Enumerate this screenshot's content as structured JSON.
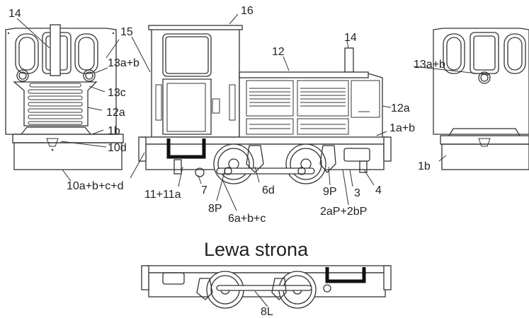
{
  "section_title": "Lewa strona",
  "callouts": {
    "l14a": "14",
    "l15": "15",
    "l16": "16",
    "l12": "12",
    "l14b": "14",
    "l13ab_l": "13a+b",
    "l13ab_r": "13a+b",
    "l13c": "13c",
    "l12a_l": "12a",
    "l12a_r": "12a",
    "l1b_l": "1b",
    "l1b_r": "1b",
    "l10d": "10d",
    "l1ab": "1a+b",
    "l10abcd": "10a+b+c+d",
    "l11": "11+11a",
    "l7": "7",
    "l6d": "6d",
    "l8p": "8P",
    "l6abc": "6a+b+c",
    "l9p": "9P",
    "l3": "3",
    "l4": "4",
    "l2ap": "2aP+2bP",
    "l8l": "8L"
  },
  "colors": {
    "line": "#333333",
    "fill": "#ffffff",
    "text": "#222222"
  }
}
